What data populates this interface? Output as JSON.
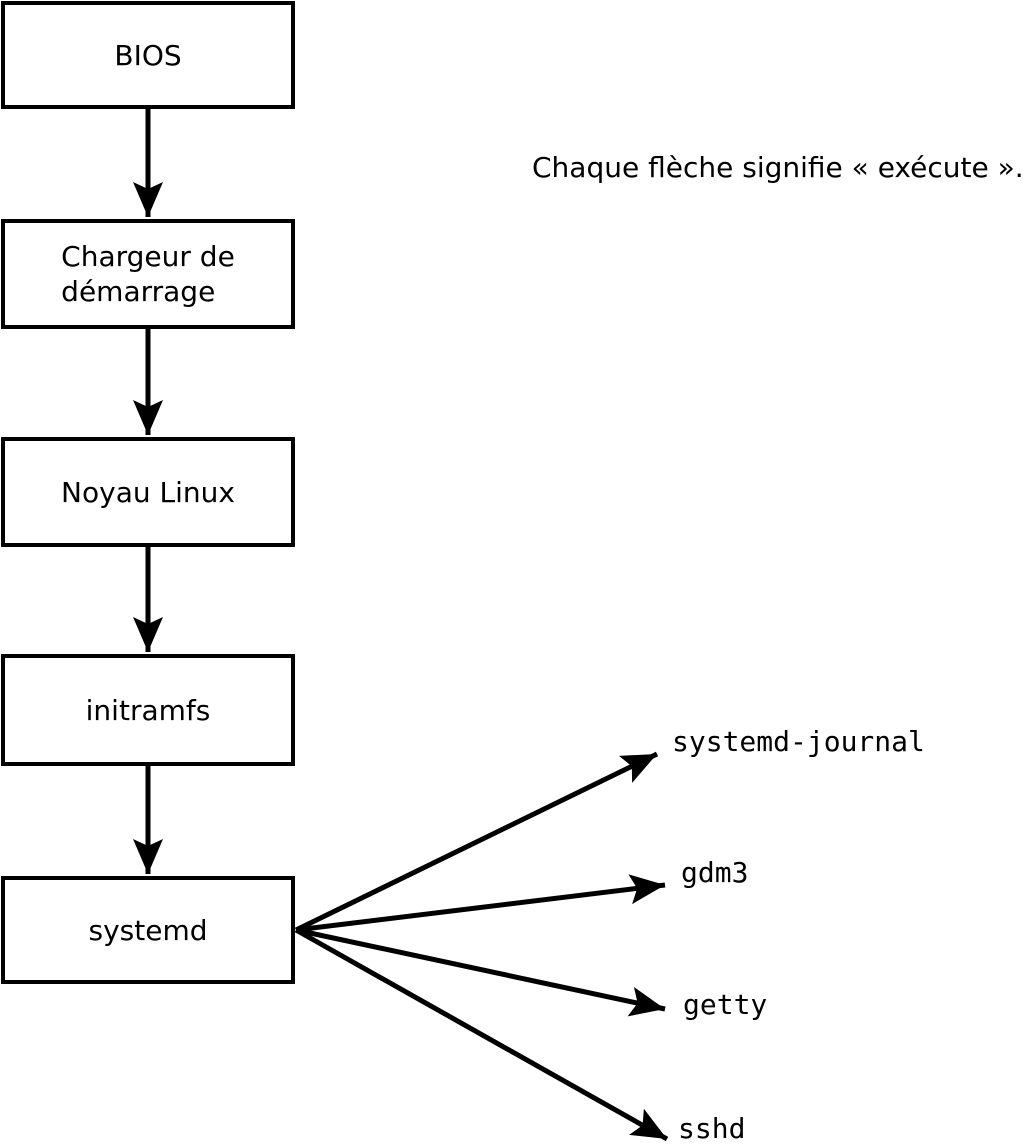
{
  "annotation": "Chaque flèche signifie « exécute ».",
  "diagram": {
    "type": "flowchart",
    "chain": [
      "BIOS",
      "Chargeur de\ndémarrage",
      "Noyau Linux",
      "initramfs",
      "systemd"
    ],
    "targets": [
      "systemd-journal",
      "gdm3",
      "getty",
      "sshd"
    ],
    "edges": [
      {
        "from": "BIOS",
        "to": "Chargeur de démarrage"
      },
      {
        "from": "Chargeur de démarrage",
        "to": "Noyau Linux"
      },
      {
        "from": "Noyau Linux",
        "to": "initramfs"
      },
      {
        "from": "initramfs",
        "to": "systemd"
      },
      {
        "from": "systemd",
        "to": "systemd-journal"
      },
      {
        "from": "systemd",
        "to": "gdm3"
      },
      {
        "from": "systemd",
        "to": "getty"
      },
      {
        "from": "systemd",
        "to": "sshd"
      }
    ]
  },
  "colors": {
    "background": "#ffffff",
    "box_fill": "#ffffff",
    "box_border": "#000000",
    "line": "#000000",
    "text": "#000000"
  }
}
